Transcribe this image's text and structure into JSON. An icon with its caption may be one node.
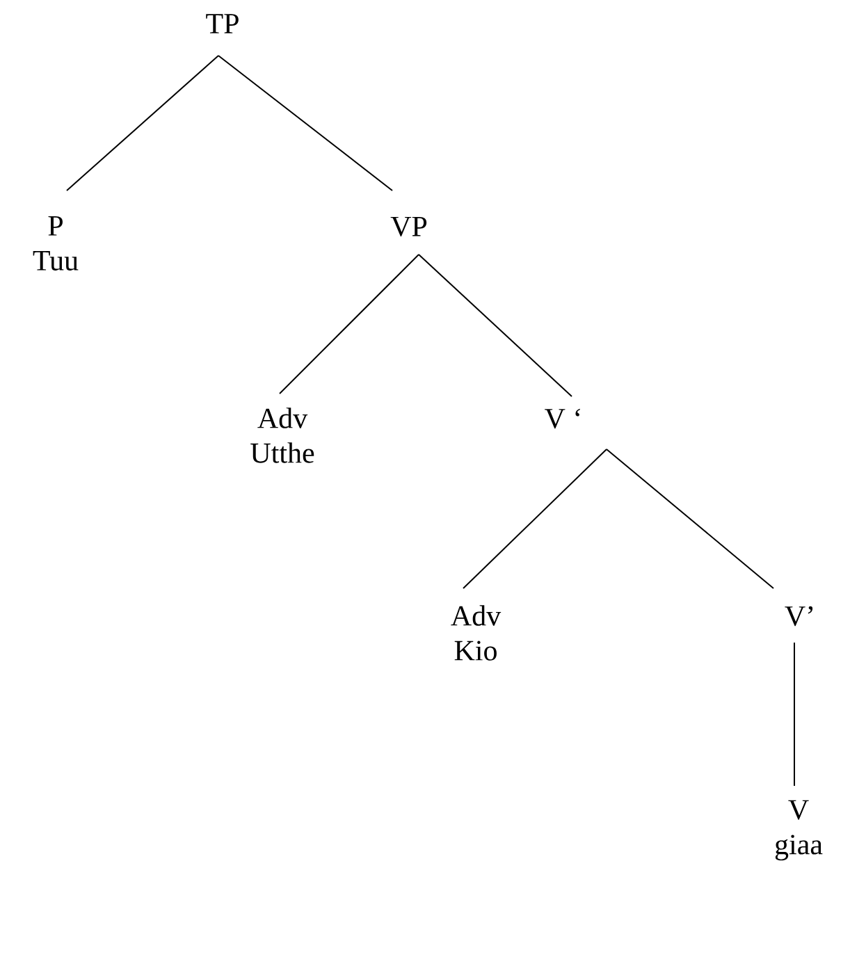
{
  "diagram": {
    "nodes": [
      {
        "text": [
          "TP"
        ]
      },
      {
        "text": [
          "P",
          "Tuu"
        ]
      },
      {
        "text": [
          "VP"
        ]
      },
      {
        "text": [
          "Adv",
          "Utthe"
        ]
      },
      {
        "text": [
          "V ‘"
        ]
      },
      {
        "text": [
          "Adv",
          "Kio"
        ]
      },
      {
        "text": [
          "V’"
        ]
      },
      {
        "text": [
          "V",
          "giaa"
        ]
      }
    ],
    "edges": [
      {
        "from": 0,
        "to": 1,
        "arrow": "none"
      },
      {
        "from": 0,
        "to": 2,
        "arrow": "none"
      },
      {
        "from": 2,
        "to": 3,
        "arrow": "none"
      },
      {
        "from": 2,
        "to": 4,
        "arrow": "none"
      },
      {
        "from": 4,
        "to": 5,
        "arrow": "none"
      },
      {
        "from": 4,
        "to": 6,
        "arrow": "none"
      },
      {
        "from": 6,
        "to": 7,
        "arrow": "none"
      }
    ]
  }
}
